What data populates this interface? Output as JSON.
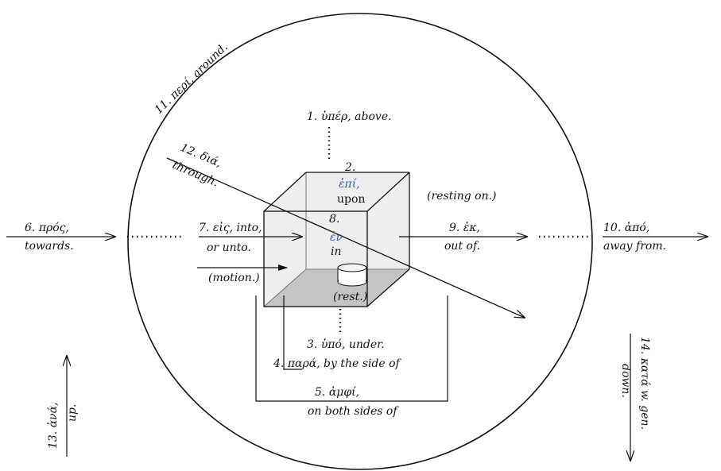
{
  "colors": {
    "ink": "#111111",
    "greek": "#2f5fb0",
    "cube_fill": "#e6e6e6",
    "cube_floor": "#c4c4c4"
  },
  "labels": {
    "peri": {
      "num": "11.",
      "greek": "περί",
      "gloss": ", around."
    },
    "hyper": {
      "num": "1.",
      "greek": "ὑπέρ",
      "gloss": ", above."
    },
    "epi": {
      "num": "2.",
      "greek": "ἐπί,",
      "gloss": "upon",
      "extra": "(resting on.)"
    },
    "dia": {
      "num": "12.",
      "greek": "διά",
      "gloss1": ",",
      "gloss2": "through."
    },
    "pros": {
      "num": "6.",
      "greek": "πρός",
      "gloss1": ",",
      "gloss2": "towards."
    },
    "eis": {
      "num": "7.",
      "greek": "εἰς",
      "gloss1": ", into,",
      "gloss2": "or unto.",
      "gloss3": "(motion.)"
    },
    "en": {
      "num": "8.",
      "greek": "ἐν",
      "gloss": "in",
      "extra": "(rest.)"
    },
    "ek": {
      "num": "9.",
      "greek": "ἐκ",
      "gloss1": ",",
      "gloss2": "out of."
    },
    "apo": {
      "num": "10.",
      "greek": "ἀπό",
      "gloss1": ",",
      "gloss2": "away from."
    },
    "hypo": {
      "num": "3.",
      "greek": "ὑπό",
      "gloss": ", under."
    },
    "para": {
      "num": "4.",
      "greek": "παρά",
      "gloss": ", by the side of"
    },
    "amphi": {
      "num": "5.",
      "greek": "ἀμφί,",
      "gloss": "on both sides of"
    },
    "ana": {
      "num": "13.",
      "greek": "ἀνά",
      "gloss1": ",",
      "gloss2": "up."
    },
    "kata": {
      "num": "14.",
      "greek": "κατά",
      "gloss1": " w. gen.",
      "gloss2": "down."
    }
  }
}
